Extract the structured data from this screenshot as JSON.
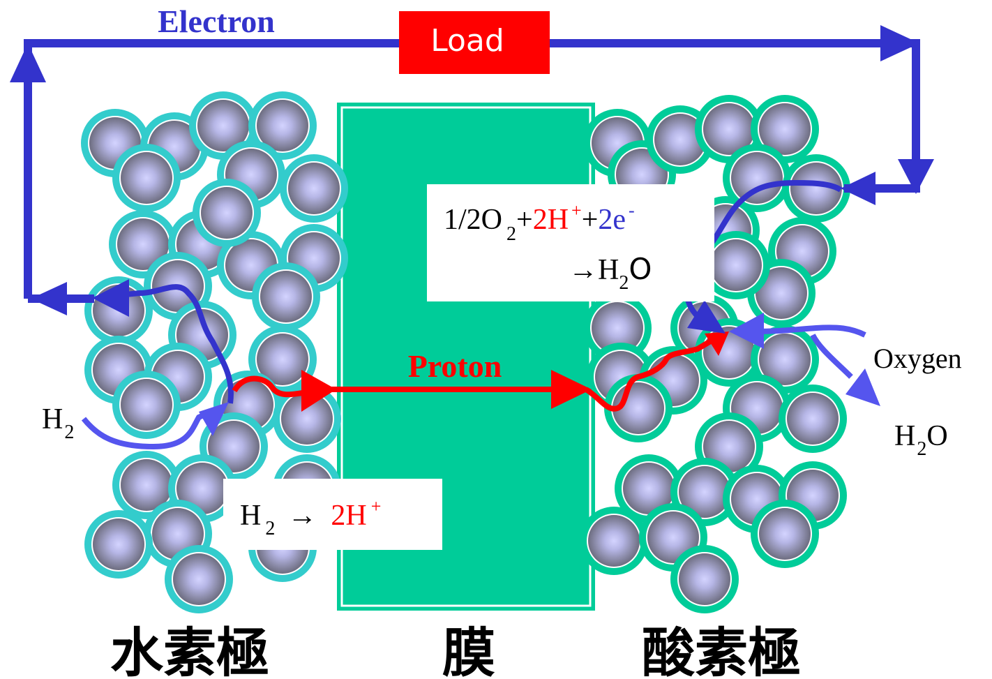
{
  "labels": {
    "electron": "Electron",
    "load": "Load",
    "proton": "Proton",
    "h2_in": "H",
    "h2_in_sub": "2",
    "oxygen": "Oxygen",
    "h2o_out": "H",
    "h2o_out_sub": "2",
    "h2o_out_end": "O",
    "anode": "水素極",
    "membrane": "膜",
    "cathode": "酸素極"
  },
  "reactions": {
    "anode": {
      "h": "H",
      "sub": "2",
      "arrow": "→",
      "product": "2H",
      "sup": "+"
    },
    "cathode": {
      "prefix": "1/2O",
      "sub2": "2",
      "plus1": "+",
      "proton": "2H",
      "sup_plus": "+",
      "plus2": "+",
      "electron": "2e",
      "sup_minus": "-",
      "arrow": "→",
      "h": "H",
      "sub": "2",
      "o": "O"
    }
  },
  "colors": {
    "electron_path": "#3333cc",
    "gas_path": "#5555ee",
    "proton_path": "#ff0000",
    "load_box": "#ff0000",
    "membrane": "#00cc99",
    "anode_particle_ring": "#33cccc",
    "cathode_particle_ring": "#00cc99",
    "electron_text": "#3333cc",
    "proton_text": "#ff0000"
  }
}
